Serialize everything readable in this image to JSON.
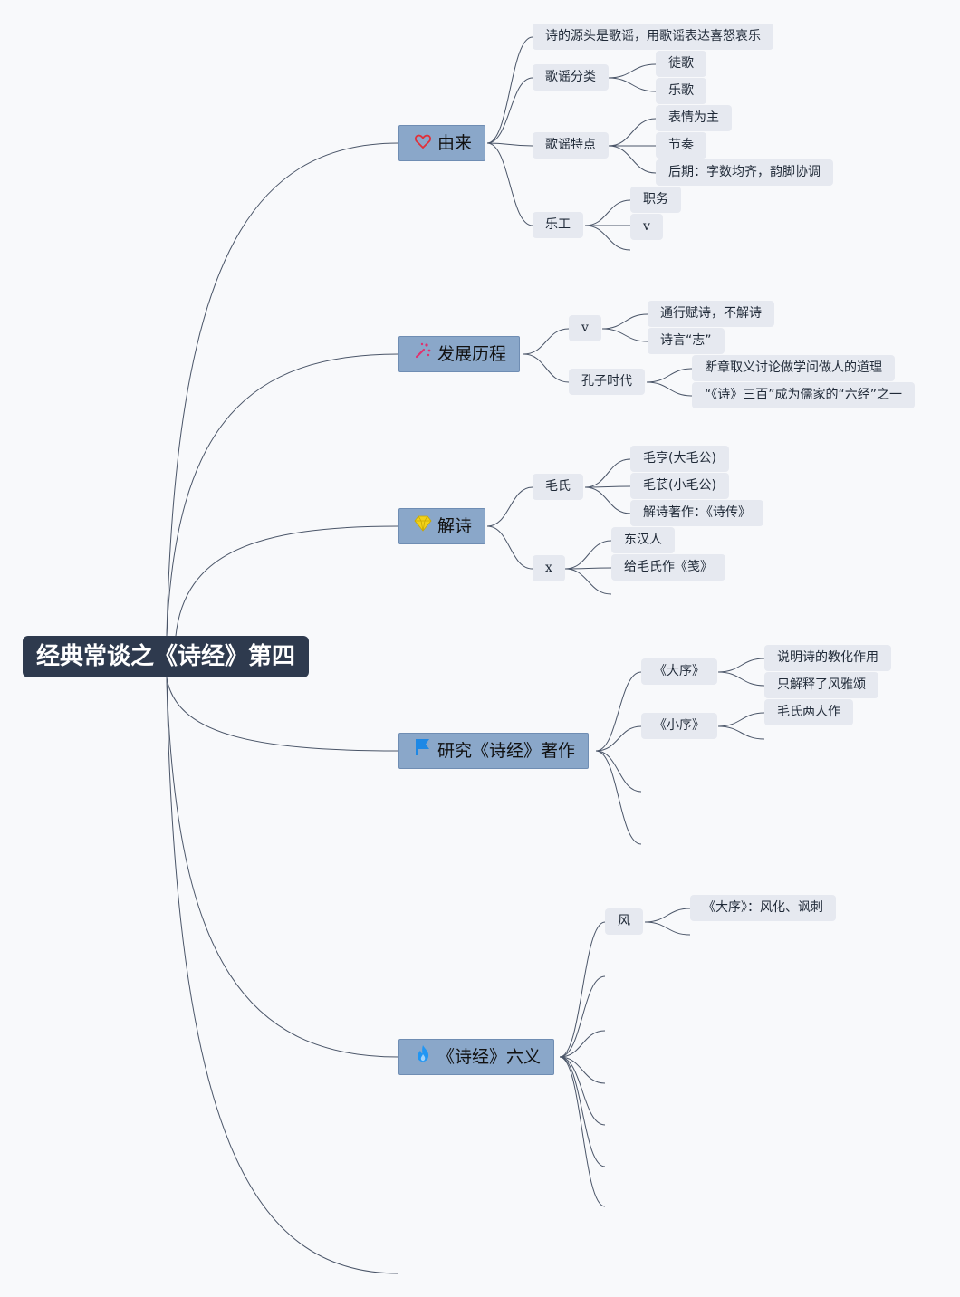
{
  "root": {
    "label": "经典常谈之《诗经》第四"
  },
  "topics": {
    "origin": {
      "label": "由来",
      "icon": "heart-icon",
      "items": {
        "source": "诗的源头是歌谣，用歌谣表达喜怒哀乐",
        "ballad_types": {
          "label": "歌谣分类",
          "items": [
            "徒歌",
            "乐歌"
          ]
        },
        "ballad_features": {
          "label": "歌谣特点",
          "items": [
            "表情为主",
            "节奏",
            "后期：字数均齐，韵脚协调"
          ]
        },
        "musicians": {
          "label": "乐工",
          "items": [
            "职务",
            "v"
          ]
        }
      }
    },
    "history": {
      "label": "发展历程",
      "icon": "magic-wand-icon",
      "items": {
        "v": {
          "label": "v",
          "items": [
            "通行赋诗，不解诗",
            "诗言“志”"
          ]
        },
        "confucius": {
          "label": "孔子时代",
          "items": [
            "断章取义讨论做学问做人的道理",
            "“《诗》三百”成为儒家的“六经”之一"
          ]
        }
      }
    },
    "interpretation": {
      "label": "解诗",
      "icon": "diamond-icon",
      "items": {
        "mao": {
          "label": "毛氏",
          "items": [
            "毛亨(大毛公)",
            "毛苌(小毛公)",
            "解诗著作：《诗传》"
          ]
        },
        "x": {
          "label": "x",
          "items": [
            "东汉人",
            "给毛氏作《笺》"
          ]
        }
      }
    },
    "research": {
      "label": "研究《诗经》著作",
      "icon": "flag-icon",
      "items": {
        "great_preface": {
          "label": "《大序》",
          "items": [
            "说明诗的教化作用",
            "只解释了风雅颂"
          ]
        },
        "small_preface": {
          "label": "《小序》",
          "items": [
            "毛氏两人作"
          ]
        }
      }
    },
    "six_principles": {
      "label": "《诗经》六义",
      "icon": "flame-icon",
      "items": {
        "feng": {
          "label": "风",
          "items": [
            "《大序》：风化、讽刺"
          ]
        }
      }
    }
  },
  "colors": {
    "background": "#f8f9fb",
    "root_fill": "#2e3a4e",
    "main_fill": "#8aa7c9",
    "sub_fill": "#e6e9f0",
    "line": "#4a5568",
    "heart": "#e0313a",
    "wand": "#e0316e",
    "diamond": "#f2d21b",
    "flag": "#1e88e5",
    "flame": "#2196f3"
  }
}
